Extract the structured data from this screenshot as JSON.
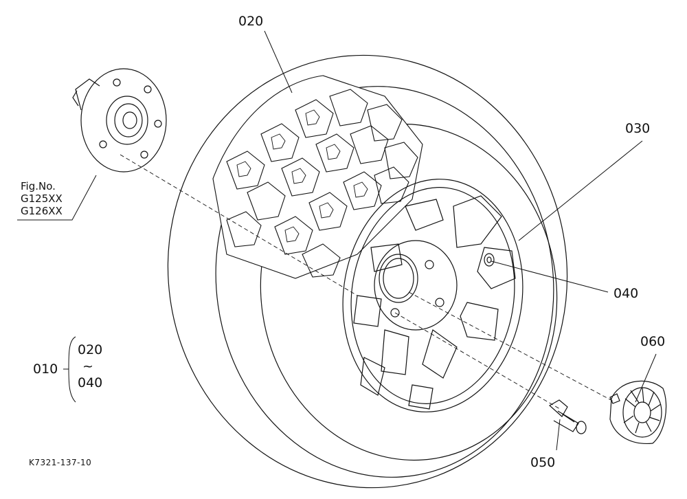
{
  "callouts": {
    "p020": "020",
    "p030": "030",
    "p040": "040",
    "p050": "050",
    "p060": "060"
  },
  "assembly": {
    "main": "010",
    "range_start": "020",
    "range_tilde": "~",
    "range_end": "040"
  },
  "figure_ref": {
    "line1": "Fig.No.",
    "line2": "G125XX",
    "line3": "G126XX"
  },
  "drawing_code": "K7321-137-10"
}
